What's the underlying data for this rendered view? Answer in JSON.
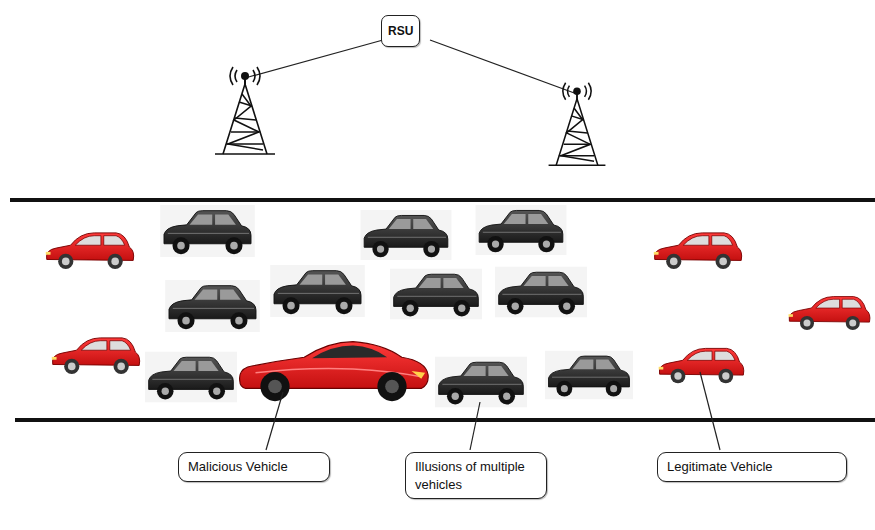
{
  "diagram": {
    "nodes": [
      {
        "text": [
          "RSU"
        ]
      },
      {
        "text": [
          "Malicious Vehicle"
        ]
      },
      {
        "text": [
          "Illusions of multiple vehicles"
        ]
      },
      {
        "text": [
          "Legitimate Vehicle"
        ]
      }
    ]
  }
}
